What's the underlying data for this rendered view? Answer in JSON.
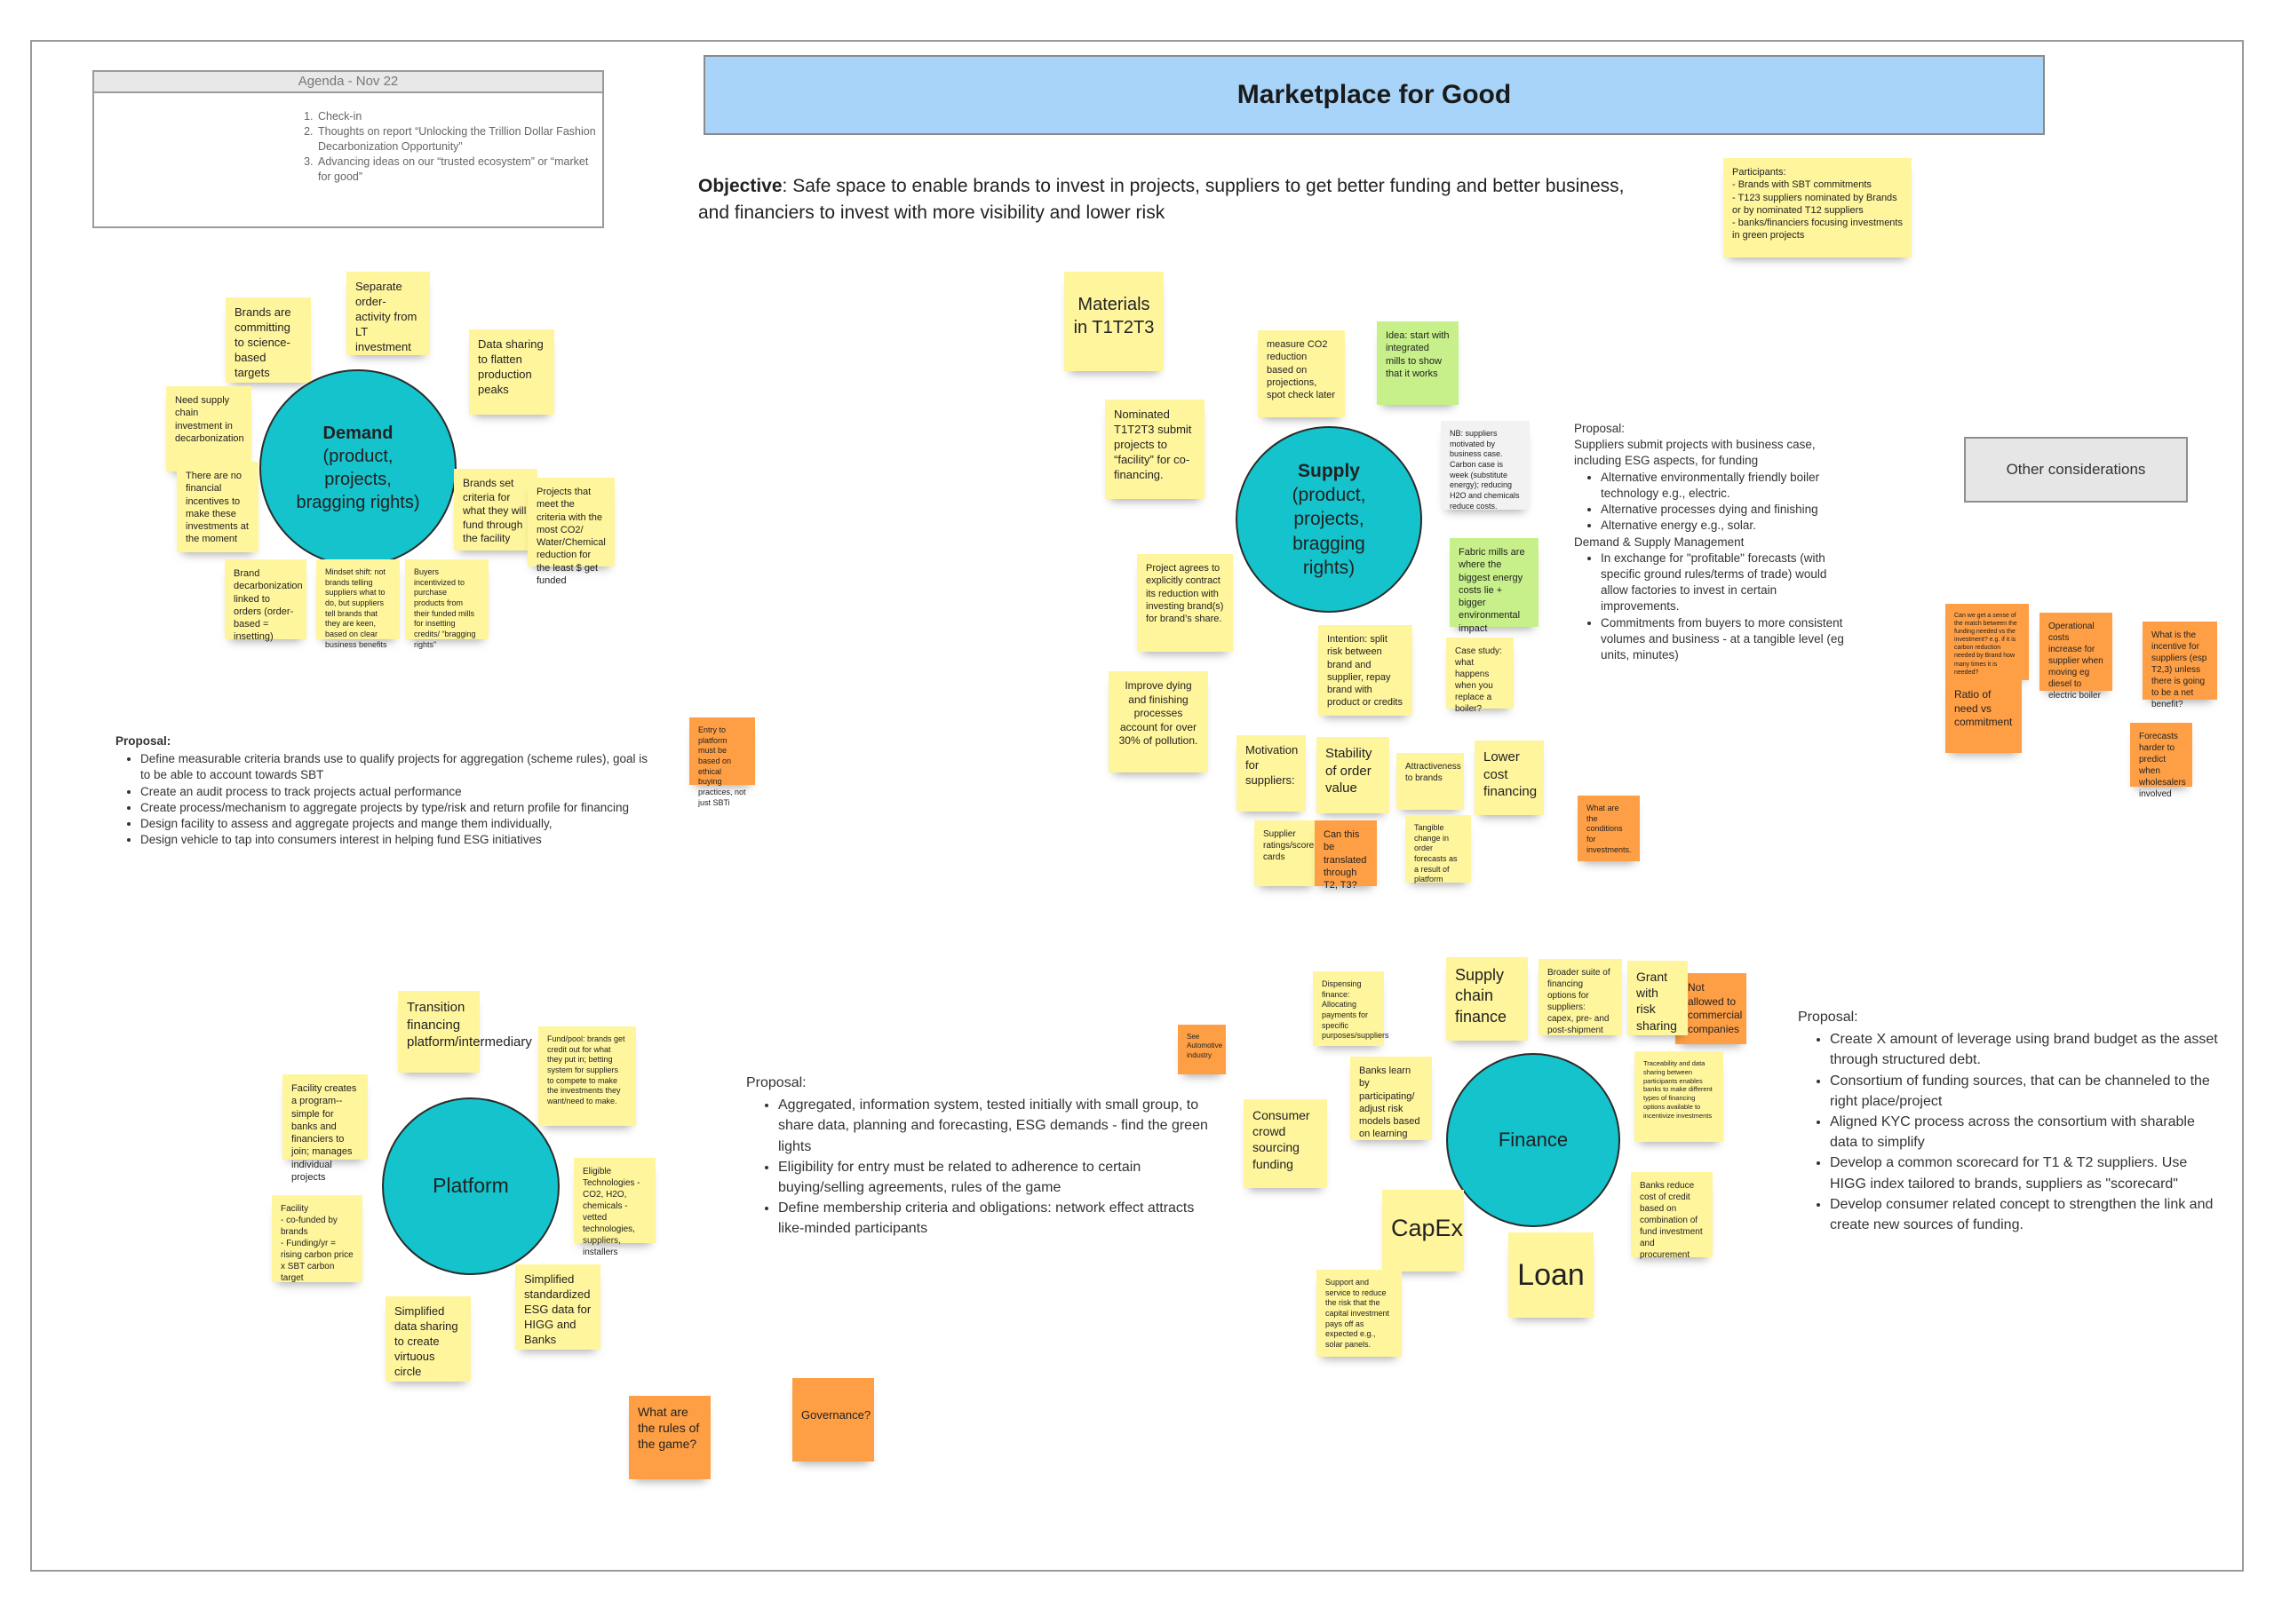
{
  "agenda": {
    "title": "Agenda - Nov 22",
    "items": [
      "Check-in",
      "Thoughts on report “Unlocking the Trillion Dollar Fashion Decarbonization Opportunity”",
      "Advancing ideas on our “trusted ecosystem” or “market for good”"
    ]
  },
  "title": "Marketplace for Good",
  "objective": {
    "label": "Objective",
    "text": ": Safe space to enable brands to invest in projects, suppliers to get better funding and better business, and financiers to invest with more visibility and lower risk"
  },
  "participants": "Participants:\n- Brands with SBT commitments\n- T123 suppliers nominated by Brands or by nominated T12 suppliers\n- banks/financiers focusing investments in green projects",
  "other_considerations": "Other considerations",
  "demand": {
    "circle_title": "Demand",
    "circle_sub": "(product, projects, bragging rights)",
    "notes": {
      "brands_committing": "Brands are committing to science-based targets",
      "separate_order": "Separate order-activity from LT investment",
      "data_sharing": "Data sharing to flatten production peaks",
      "need_supply": "Need supply chain investment in decarbonization",
      "no_incentives": "There are no financial incentives to make these investments at the moment",
      "brands_set": "Brands set criteria for what they will fund through the facility",
      "projects_meet": "Projects that meet the criteria with the most CO2/ Water/Chemical reduction for the least $ get funded",
      "brand_decarb": "Brand decarbonization linked to orders (order-based = insetting)",
      "mindset": "Mindset shift: not brands telling suppliers what to do, but suppliers tell brands that they are keen, based on clear business benefits",
      "buyers_incentivized": "Buyers incentivized to purchase products from their funded mills for insetting credits/ “bragging rights”"
    },
    "proposal": {
      "heading": "Proposal:",
      "items": [
        "Define measurable criteria brands use to qualify projects for aggregation (scheme rules), goal is to be able to account towards SBT",
        "Create an audit process to track projects actual performance",
        "Create process/mechanism to aggregate projects by type/risk and return profile for financing",
        "Design facility to assess and aggregate projects and mange them individually,",
        "Design vehicle to tap into consumers interest in helping fund ESG initiatives"
      ]
    },
    "entry_note": "Entry to platform must be based on ethical buying practices, not just SBTi"
  },
  "supply": {
    "circle_title": "Supply",
    "circle_sub": "(product, projects, bragging rights)",
    "notes": {
      "materials": "Materials in T1T2T3",
      "measure_co2": "measure CO2 reduction based on projections, spot check later",
      "idea_start": "Idea: start with integrated mills to show that it works",
      "nominated": "Nominated T1T2T3 submit projects to “facility” for co-financing.",
      "nb_suppliers": "NB: suppliers motivated by business case. Carbon case is week (substitute energy); reducing H2O and chemicals reduce costs.",
      "fabric_mills": "Fabric mills are where the biggest energy costs lie + bigger environmental impact",
      "project_agrees": "Project agrees to explicitly contract its reduction with investing brand(s) for brand’s share.",
      "intention_split": "Intention: split risk between brand and supplier, repay brand with product or credits",
      "case_study": "Case study: what happens when you replace a boiler?",
      "improve_dying": "Improve dying and finishing processes account for over 30% of pollution.",
      "motivation": "Motivation for suppliers:",
      "stability": "Stability of order value",
      "attractiveness": "Attractiveness to brands",
      "lower_cost": "Lower cost financing",
      "supplier_ratings": "Supplier ratings/score cards",
      "translated": "Can this be translated through T2, T3?",
      "tangible_change": "Tangible change in order forecasts as a result of platform",
      "conditions": "What are the conditions for investments."
    },
    "proposal": {
      "heading1": "Proposal:",
      "line1": "Suppliers submit projects with business case, including ESG aspects, for funding",
      "items1": [
        "Alternative environmentally friendly  boiler technology e.g., electric.",
        "Alternative processes dying and finishing",
        "Alternative energy e.g., solar."
      ],
      "heading2": "Demand & Supply Management",
      "items2": [
        "In exchange for \"profitable\" forecasts (with specific ground rules/terms of trade) would allow factories to invest in certain improvements.",
        "Commitments from buyers to more consistent volumes and business - at a tangible level (eg units, minutes)"
      ]
    }
  },
  "other": {
    "n1": "Can we get a sense of the match between the funding needed vs the investment? e.g. if it is carbon reduction needed by Brand how many times it is needed?",
    "n2": "Operational costs increase for supplier when moving eg diesel to electric boiler",
    "n3": "What is the incentive for suppliers (esp T2,3) unless there is going to be a net benefit?",
    "n4": "Ratio of need vs commitment",
    "n5": "Forecasts harder to predict when wholesalers involved"
  },
  "platform": {
    "circle_title": "Platform",
    "notes": {
      "transition": "Transition financing platform/intermediary",
      "fund_pool": "Fund/pool: brands get credit out for what they put in; betting system for suppliers to compete to make the investments they want/need to make.",
      "facility_creates": "Facility creates a program--simple for banks and financiers to join; manages individual projects",
      "facility_cofunded": "Facility\n- co-funded by brands\n- Funding/yr = rising carbon price x SBT carbon target",
      "eligible_tech": "Eligible Technologies - CO2, H2O, chemicals - vetted technologies, suppliers, installers",
      "simplified_standardized": "Simplified standardized ESG data for HIGG and Banks",
      "simplified_sharing": "Simplified data sharing to create virtuous circle",
      "rules": "What are the rules of the game?",
      "governance": "Governance?"
    },
    "proposal": {
      "heading": "Proposal:",
      "items": [
        "Aggregated, information system, tested initially with small group, to share data, planning and forecasting, ESG demands - find the green lights",
        "Eligibility for entry must be related to adherence to certain buying/selling agreements, rules of the game",
        "Define membership criteria and obligations: network effect attracts like-minded participants"
      ]
    }
  },
  "finance": {
    "circle_title": "Finance",
    "notes": {
      "dispensing": "Dispensing finance: Allocating payments for specific purposes/suppliers",
      "supply_chain_finance": "Supply chain finance",
      "broader_suite": "Broader suite of financing options for suppliers: capex, pre- and post-shipment",
      "grant": "Grant with risk sharing",
      "not_allowed": "Not allowed to commercial companies",
      "see_auto": "See Automotive industry",
      "banks_learn": "Banks learn by participating/ adjust risk models based on learning",
      "traceability": "Traceability and data sharing between participants enables banks to make different types of financing options available to incentivize investments",
      "consumer_crowd": "Consumer crowd sourcing funding",
      "capex": "CapEx",
      "loan": "Loan",
      "banks_reduce": "Banks reduce cost of credit based on combination of fund investment and procurement",
      "support_service": "Support and service to reduce the risk that the capital investment pays off as expected e.g., solar panels."
    },
    "proposal": {
      "heading": "Proposal:",
      "items": [
        "Create X amount of leverage using brand budget as the asset through structured debt.",
        "Consortium of funding sources, that can be channeled to the right place/project",
        "Aligned KYC process across the consortium with sharable data to simplify",
        "Develop a common scorecard for T1 & T2 suppliers. Use HIGG index tailored to brands, suppliers as \"scorecard\"",
        "Develop consumer related concept to strengthen the link and create new sources of funding."
      ]
    }
  },
  "colors": {
    "sticky_yellow": "#fff59d",
    "sticky_orange": "#ff9f45",
    "sticky_green": "#c7f08a",
    "circle_teal": "#14c3cc",
    "title_blue": "#a8d4fa"
  }
}
